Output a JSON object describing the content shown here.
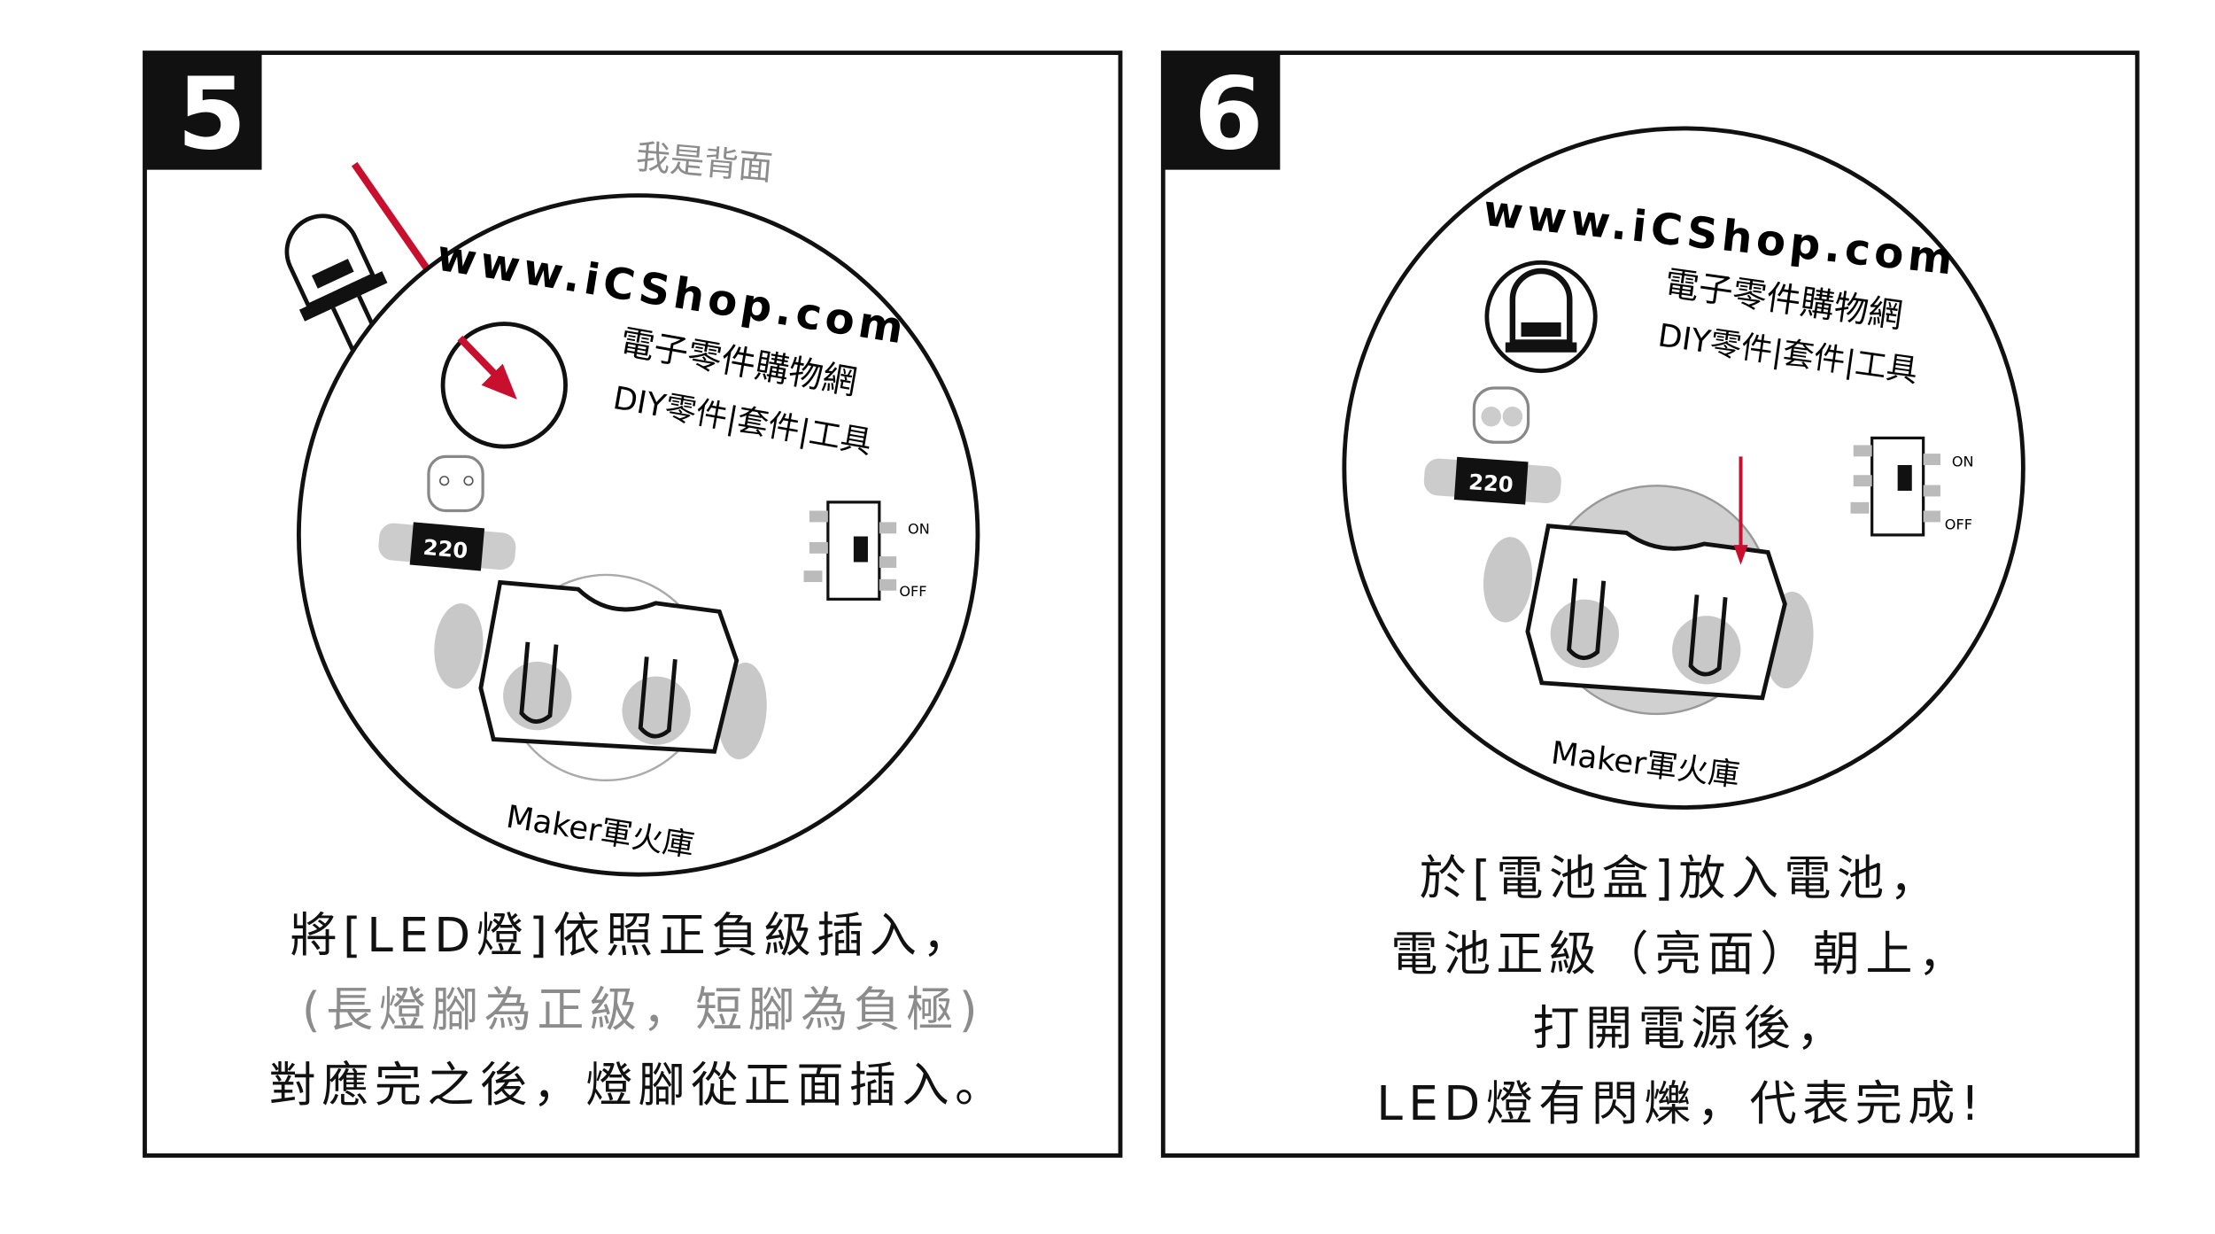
{
  "panels": [
    {
      "step": "5",
      "back_label": "我是背面",
      "board": {
        "url": "www.iCShop.com",
        "line1": "電子零件購物網",
        "line2": "DIY零件|套件|工具",
        "resistor": "220",
        "switch_on": "ON",
        "switch_off": "OFF",
        "footer": "Maker軍火庫"
      },
      "caption": [
        "將[LED燈]依照正負級插入，",
        "(長燈腳為正級，短腳為負極)",
        "對應完之後，燈腳從正面插入。"
      ]
    },
    {
      "step": "6",
      "board": {
        "url": "www.iCShop.com",
        "line1": "電子零件購物網",
        "line2": "DIY零件|套件|工具",
        "resistor": "220",
        "switch_on": "ON",
        "switch_off": "OFF",
        "footer": "Maker軍火庫"
      },
      "caption": [
        "於[電池盒]放入電池，",
        "電池正級（亮面）朝上，",
        "打開電源後，",
        "LED燈有閃爍，代表完成!"
      ]
    }
  ],
  "colors": {
    "accent": "#c8102e",
    "gray": "#8c8c8c",
    "light": "#c8c8c8"
  }
}
